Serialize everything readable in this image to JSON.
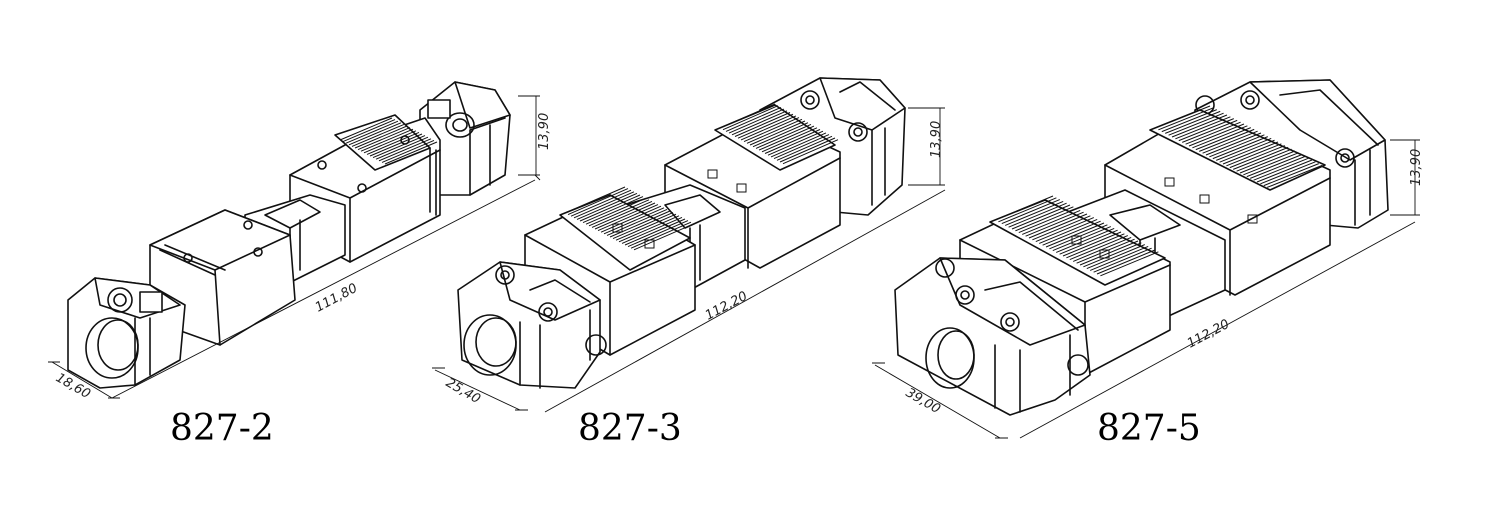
{
  "connectors": [
    {
      "model": "827-2",
      "length": "111,80",
      "width": "18,60",
      "height": "13,90"
    },
    {
      "model": "827-3",
      "length": "112,20",
      "width": "25,40",
      "height": "13,90"
    },
    {
      "model": "827-5",
      "length": "112,20",
      "width": "39,00",
      "height": "13,90"
    }
  ]
}
